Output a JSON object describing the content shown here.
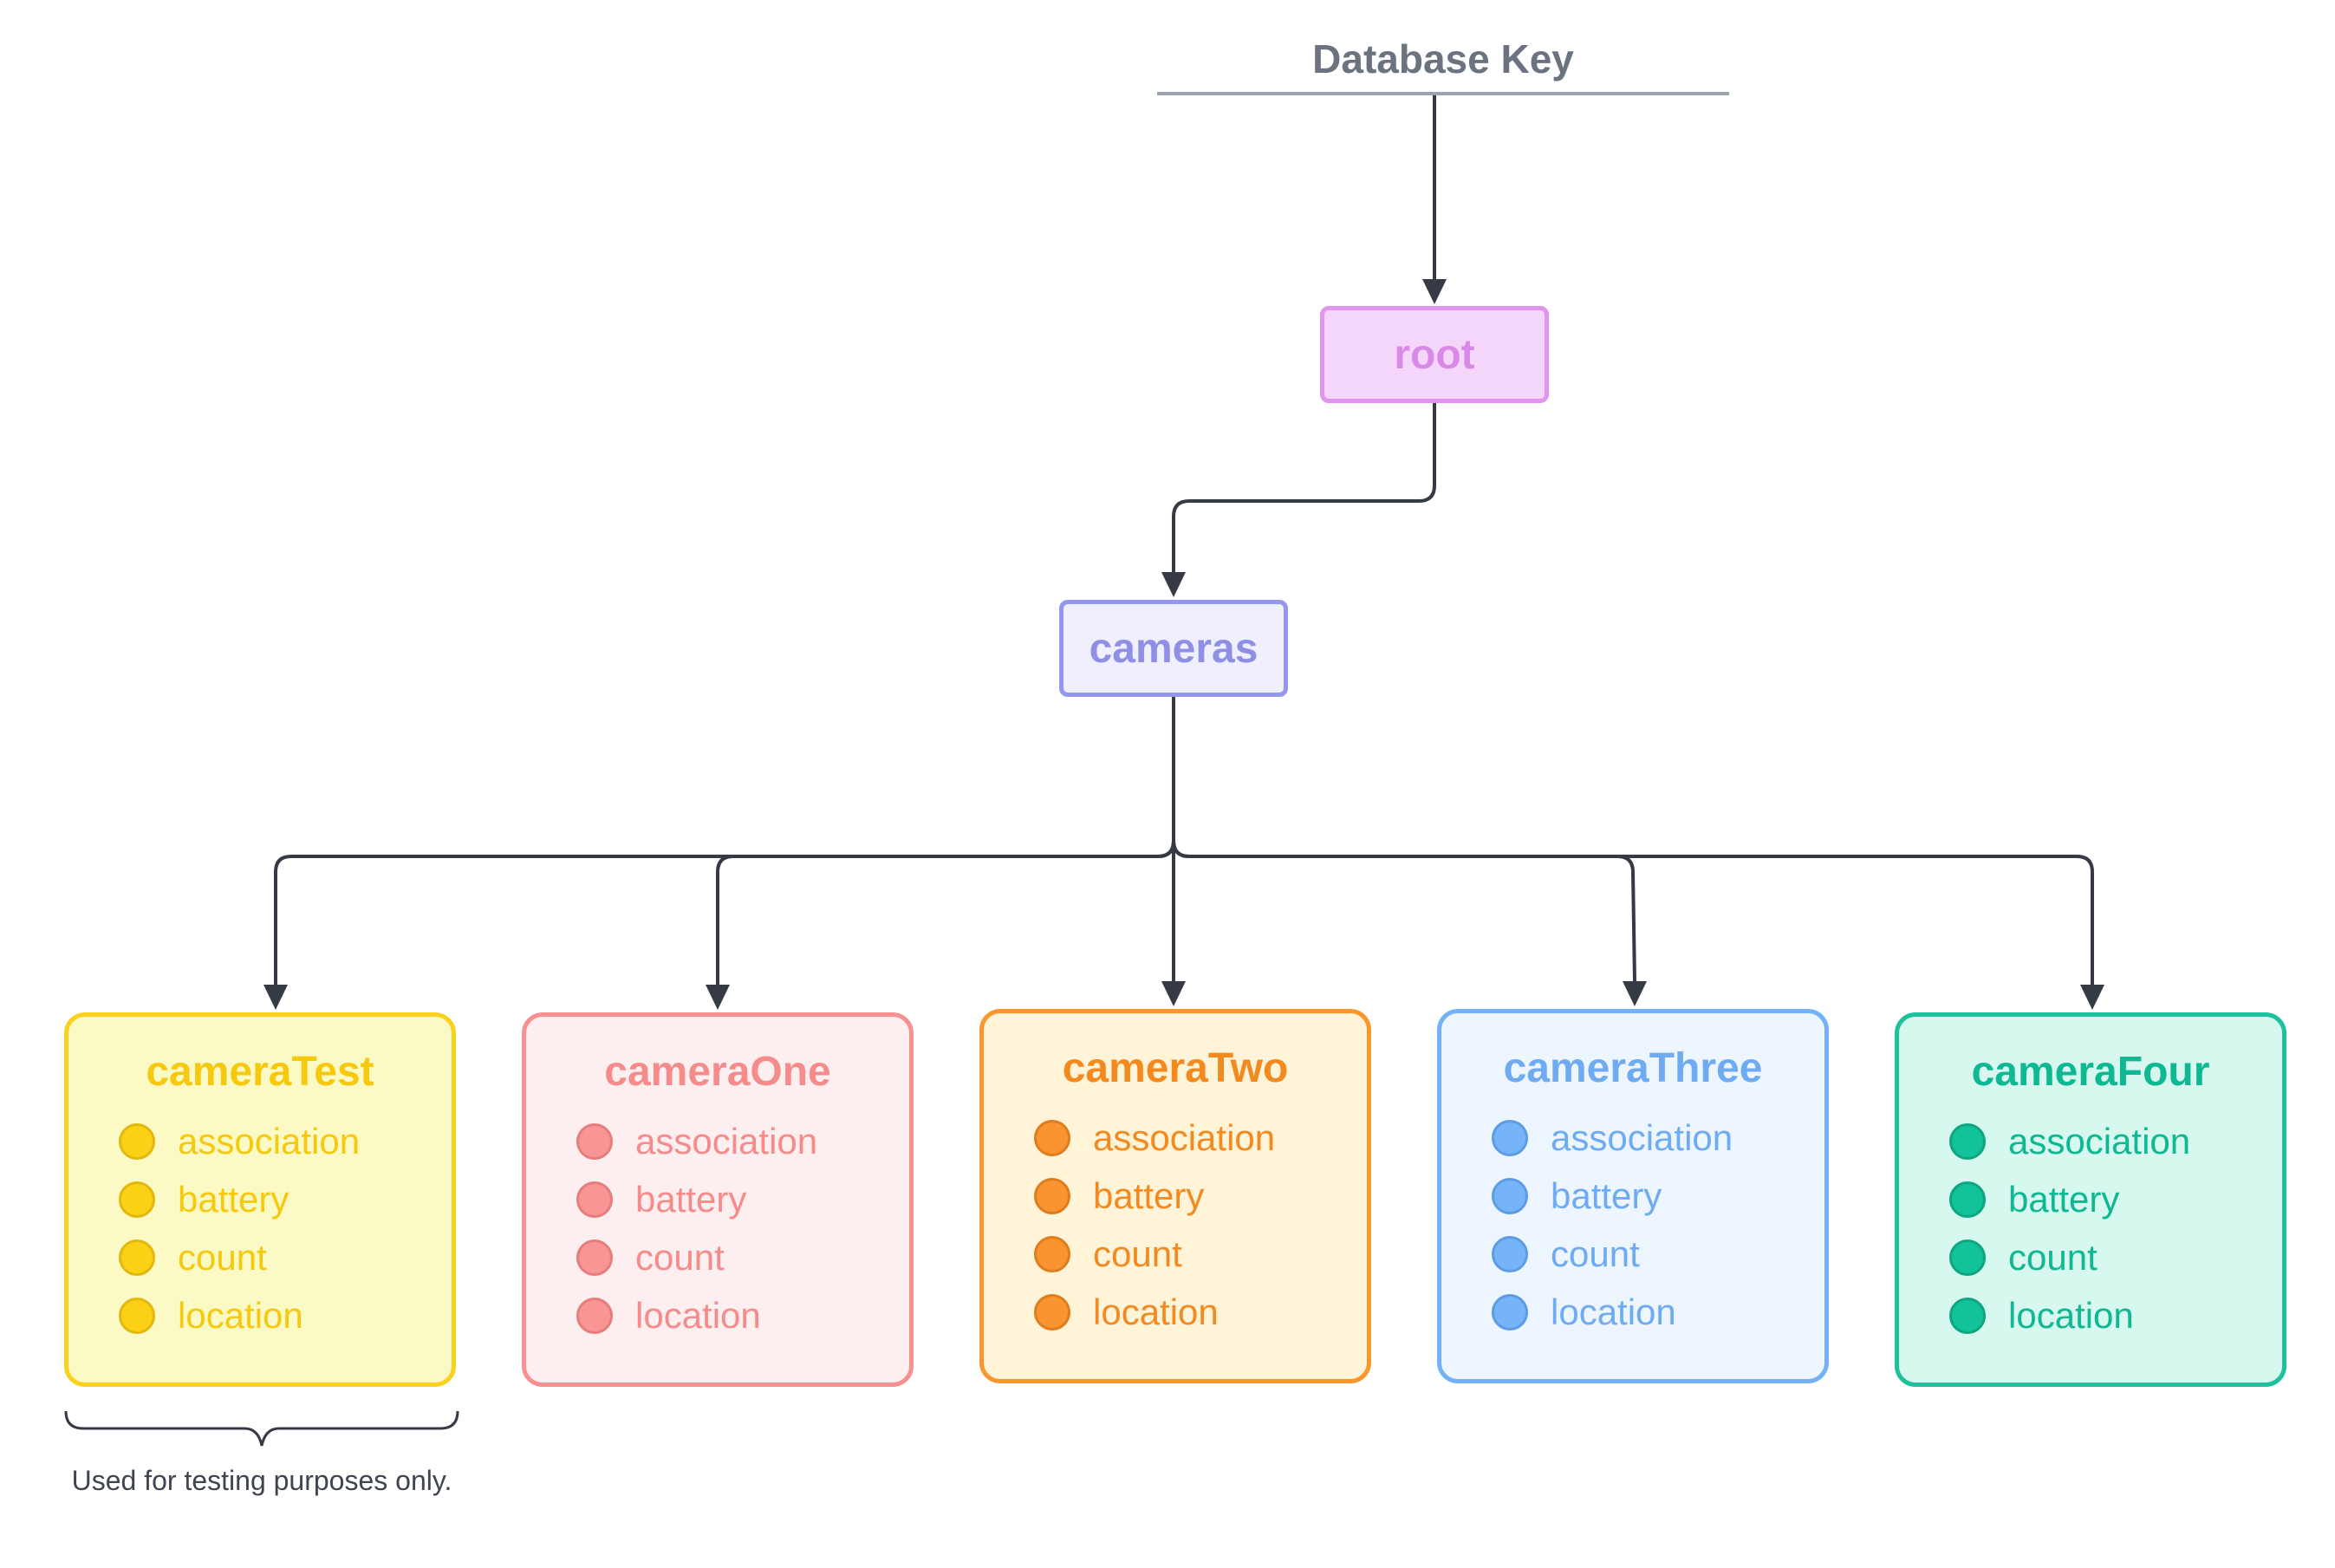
{
  "title": "Database Key",
  "nodes": {
    "root": "root",
    "cameras": "cameras"
  },
  "cards": [
    {
      "name": "cameraTest",
      "fields": [
        "association",
        "battery",
        "count",
        "location"
      ]
    },
    {
      "name": "cameraOne",
      "fields": [
        "association",
        "battery",
        "count",
        "location"
      ]
    },
    {
      "name": "cameraTwo",
      "fields": [
        "association",
        "battery",
        "count",
        "location"
      ]
    },
    {
      "name": "cameraThree",
      "fields": [
        "association",
        "battery",
        "count",
        "location"
      ]
    },
    {
      "name": "cameraFour",
      "fields": [
        "association",
        "battery",
        "count",
        "location"
      ]
    }
  ],
  "note": "Used for testing purposes only.",
  "colors": {
    "connector": "#363a45",
    "title_rule": "#9ca3b1",
    "root": "#e194f0",
    "cameras": "#9596ee",
    "cameraTest": "#fbd120",
    "cameraOne": "#f79191",
    "cameraTwo": "#f9962c",
    "cameraThree": "#73b2f7",
    "cameraFour": "#1ec19c"
  }
}
